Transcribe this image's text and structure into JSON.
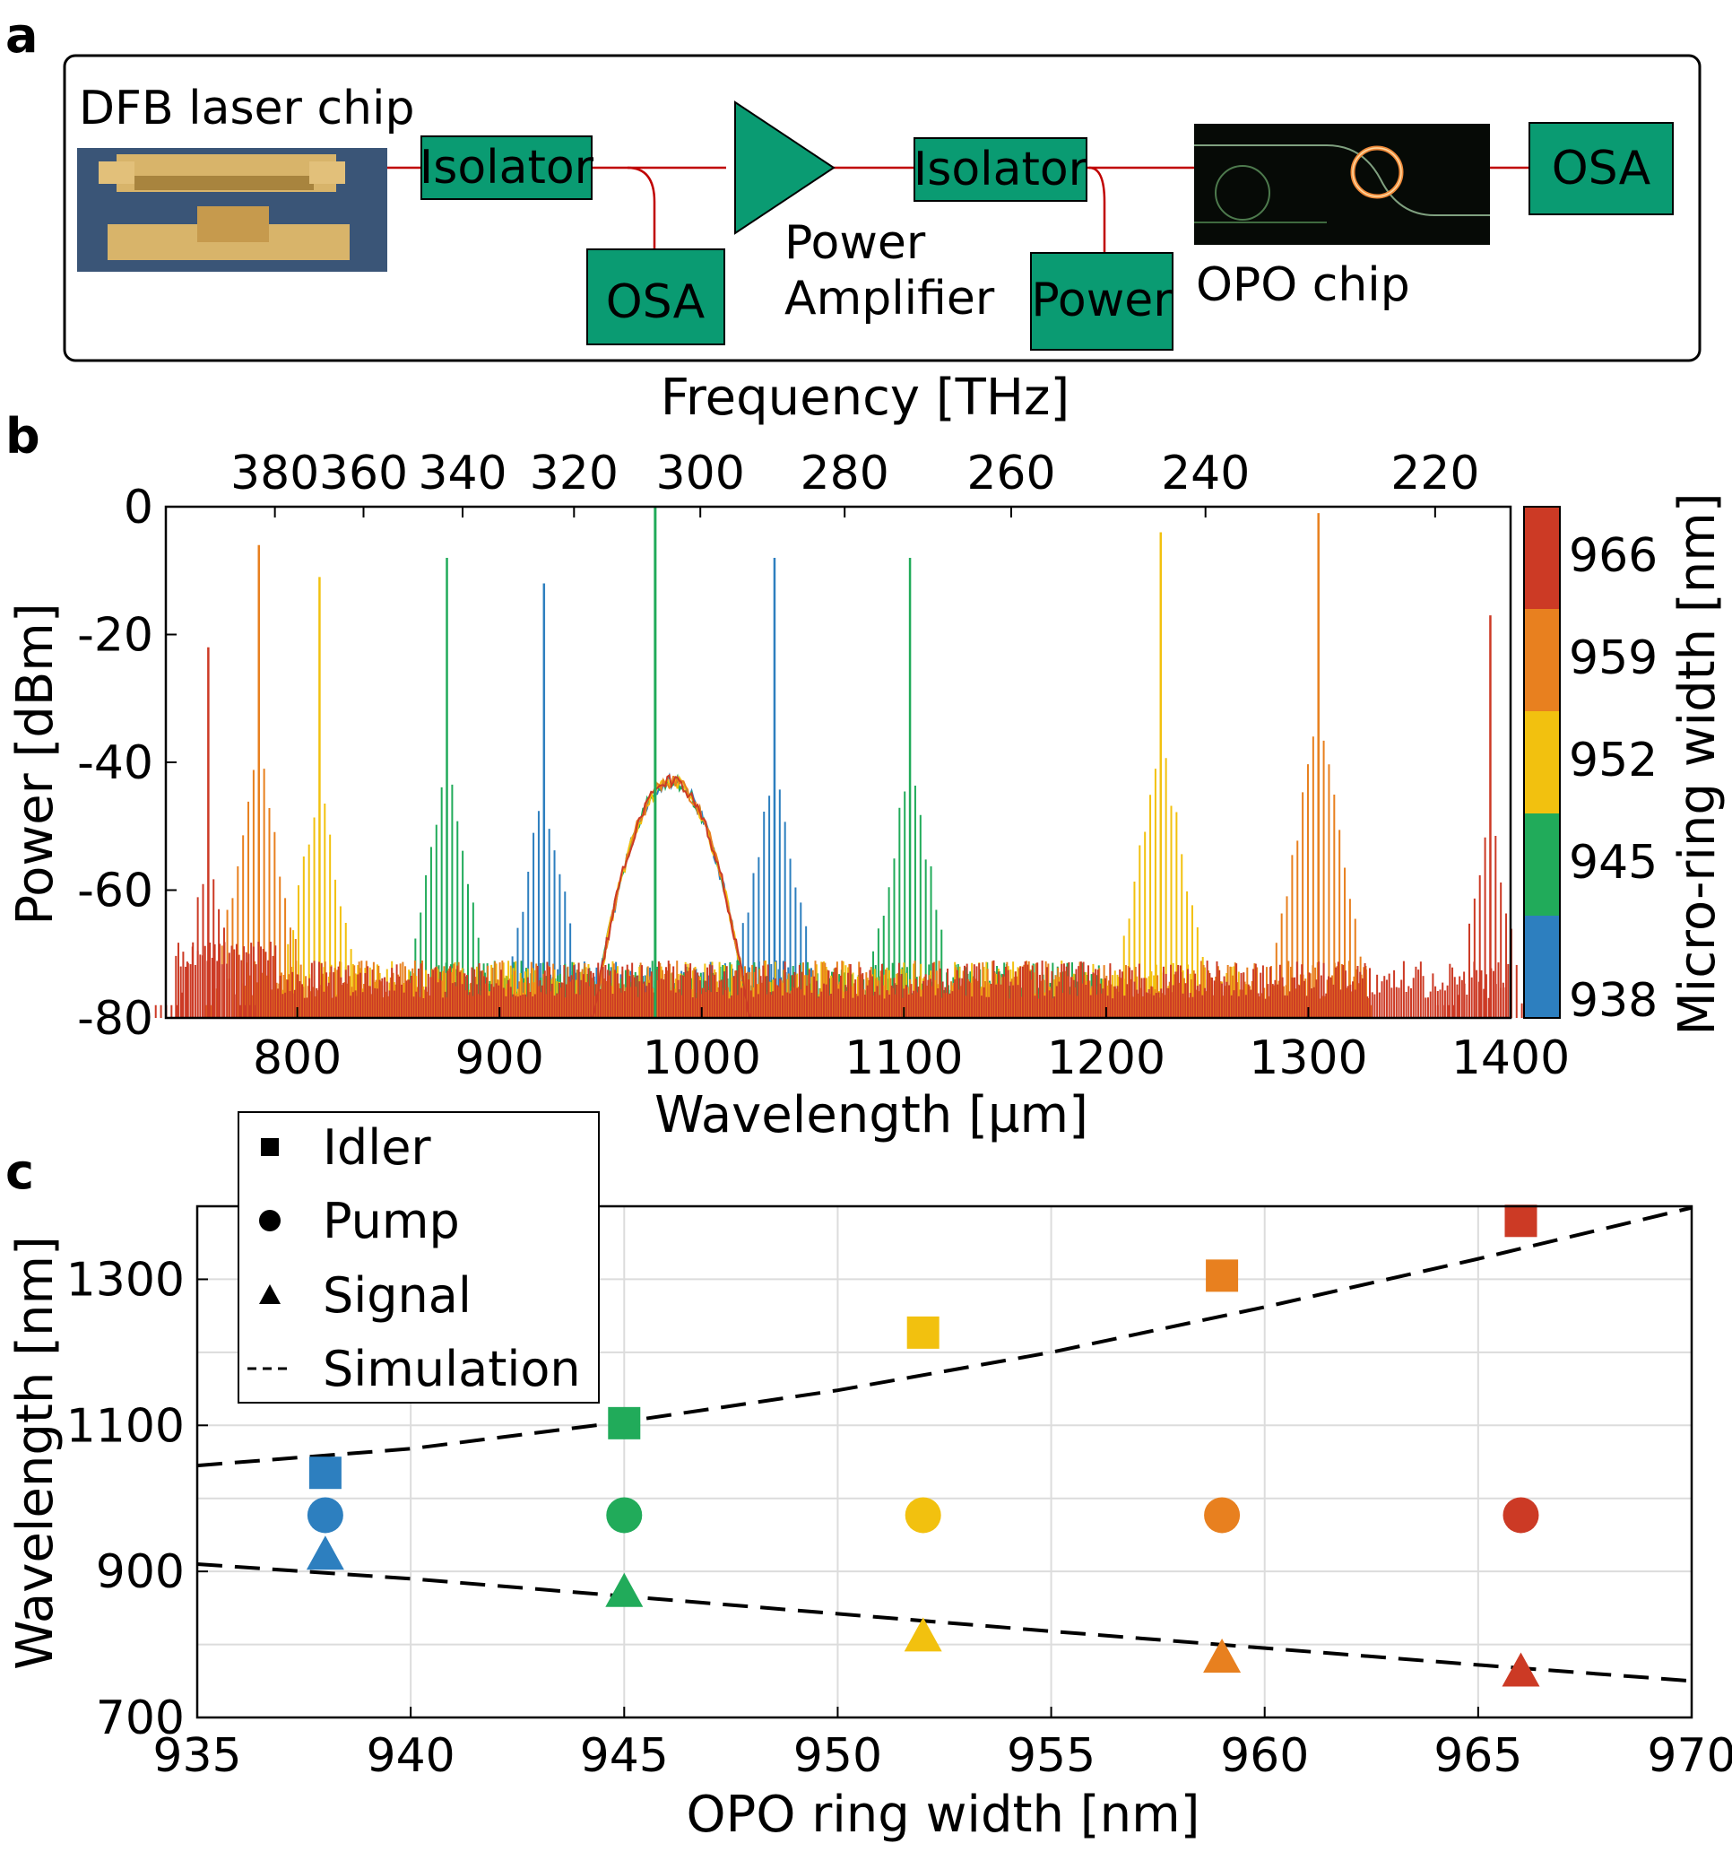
{
  "panel_a": {
    "letter": "a",
    "dfb_label": "DFB laser chip",
    "isolator1": "Isolator",
    "osa1": "OSA",
    "amp_label_1": "Power",
    "amp_label_2": "Amplifier",
    "isolator2": "Isolator",
    "power_box": "Power",
    "opo_label": "OPO chip",
    "osa2": "OSA",
    "box_color": "#0a9b72",
    "fiber_color": "#c00000"
  },
  "panel_b": {
    "letter": "b"
  },
  "panel_c": {
    "letter": "c"
  },
  "colors": {
    "938": "#2d7fbf",
    "945": "#21ab5a",
    "952": "#f2c10f",
    "959": "#e8801f",
    "966": "#cc3a25"
  },
  "chart_data": [
    {
      "type": "line",
      "title": "",
      "xlabel": "Wavelength [µm]",
      "ylabel": "Power [dBm]",
      "x2label": "Frequency [THz]",
      "xlim": [
        735,
        1400
      ],
      "ylim": [
        -80,
        0
      ],
      "xticks": [
        800,
        900,
        1000,
        1100,
        1200,
        1300,
        1400
      ],
      "yticks": [
        0,
        -20,
        -40,
        -60,
        -80
      ],
      "x2ticks": [
        380,
        360,
        340,
        320,
        300,
        280,
        260,
        240,
        220
      ],
      "colorbar": {
        "label": "Micro-ring width [nm]",
        "ticks": [
          938,
          945,
          952,
          959,
          966
        ],
        "colors": [
          "#2d7fbf",
          "#21ab5a",
          "#f2c10f",
          "#e8801f",
          "#cc3a25"
        ]
      },
      "pump": {
        "wavelength": 977,
        "power": 0
      },
      "series": [
        {
          "name": "938",
          "color": "#2d7fbf",
          "signal_wl": 922,
          "signal_dbm": -12,
          "idler_wl": 1036,
          "idler_dbm": -8,
          "floor_start": 918,
          "floor_end": 1044
        },
        {
          "name": "945",
          "color": "#21ab5a",
          "signal_wl": 874,
          "signal_dbm": -8,
          "idler_wl": 1103,
          "idler_dbm": -8,
          "floor_start": 870,
          "floor_end": 1200
        },
        {
          "name": "952",
          "color": "#f2c10f",
          "signal_wl": 811,
          "signal_dbm": -11,
          "idler_wl": 1227,
          "idler_dbm": -4,
          "floor_start": 806,
          "floor_end": 1270
        },
        {
          "name": "959",
          "color": "#e8801f",
          "signal_wl": 781,
          "signal_dbm": -6,
          "idler_wl": 1305,
          "idler_dbm": -1,
          "floor_start": 773,
          "floor_end": 1330
        },
        {
          "name": "966",
          "color": "#cc3a25",
          "signal_wl": 756,
          "signal_dbm": -22,
          "idler_wl": 1390,
          "idler_dbm": -17,
          "floor_start": 740,
          "floor_end": 1400
        }
      ]
    },
    {
      "type": "scatter",
      "title": "",
      "xlabel": "OPO ring width [nm]",
      "ylabel": "Wavelength [nm]",
      "xlim": [
        935,
        970
      ],
      "ylim": [
        700,
        1400
      ],
      "xticks": [
        935,
        940,
        945,
        950,
        955,
        960,
        965,
        970
      ],
      "yticks": [
        700,
        900,
        1100,
        1300
      ],
      "legend_position": "top-left",
      "legend": [
        "Idler",
        "Pump",
        "Signal",
        "Simulation"
      ],
      "x": [
        938,
        945,
        952,
        959,
        966
      ],
      "series": [
        {
          "name": "Idler",
          "marker": "square",
          "values": [
            1035,
            1103,
            1227,
            1305,
            1380
          ]
        },
        {
          "name": "Pump",
          "marker": "circle",
          "values": [
            977,
            977,
            977,
            977,
            977
          ]
        },
        {
          "name": "Signal",
          "marker": "triangle",
          "values": [
            922,
            871,
            810,
            781,
            762
          ]
        },
        {
          "name": "Simulation",
          "line": "dashed",
          "idler_x": [
            935,
            940,
            945,
            950,
            955,
            960,
            965,
            970
          ],
          "idler_y": [
            1045,
            1068,
            1105,
            1148,
            1200,
            1262,
            1328,
            1398
          ],
          "signal_x": [
            935,
            940,
            945,
            950,
            955,
            960,
            965,
            970
          ],
          "signal_y": [
            910,
            890,
            866,
            842,
            818,
            795,
            772,
            750
          ]
        }
      ]
    }
  ]
}
